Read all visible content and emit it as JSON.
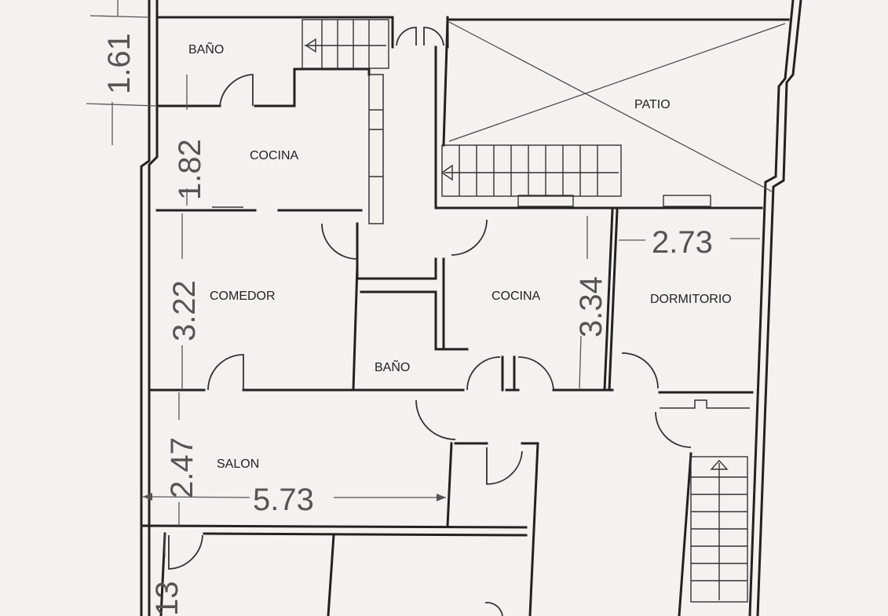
{
  "rooms": {
    "bano_top": "BAÑO",
    "cocina_left": "COCINA",
    "patio": "PATIO",
    "comedor": "COMEDOR",
    "cocina_mid": "COCINA",
    "dormitorio": "DORMITORIO",
    "bano_mid": "BAÑO",
    "salon": "SALON"
  },
  "dimensions": {
    "d_161": "1.61",
    "d_182": "1.82",
    "d_322": "3.22",
    "d_247": "2.47",
    "d_573": "5.73",
    "d_334": "3.34",
    "d_273": "2.73",
    "d_partial": "13"
  }
}
